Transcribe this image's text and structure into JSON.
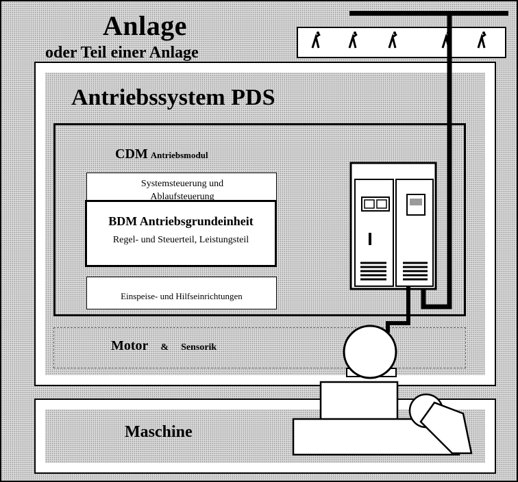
{
  "diagram": {
    "anlage_title": "Anlage",
    "anlage_subtitle": "oder Teil einer Anlage",
    "pds_title": "Antriebssystem PDS",
    "cdm_title": "CDM",
    "cdm_subtitle": "Antriebsmodul",
    "system_box_label": "Systemsteuerung und Ablaufsteuerung",
    "bdm_title": "BDM Antriebsgrundeinheit",
    "bdm_subtitle": "Regel- und Steuerteil, Leistungsteil",
    "einspeise_label": "Einspeise- und Hilfseinrichtungen",
    "motor_label": "Motor",
    "ampersand": "&",
    "sensorik_label": "Sensorik",
    "maschine_label": "Maschine"
  }
}
